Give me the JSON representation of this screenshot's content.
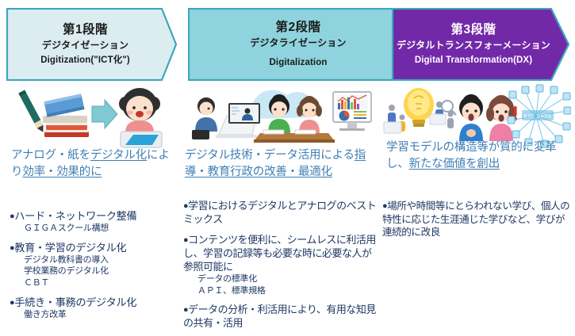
{
  "colors": {
    "stage1_fill": "#dcedf2",
    "stage2_fill": "#8ed3dd",
    "stage3_fill": "#7229a8",
    "banner_border": "#3ba8bd",
    "headline_blue": "#3f7fb5",
    "bullet_navy": "#1f3864",
    "background": "#ffffff"
  },
  "stages": [
    {
      "id": "stage-1",
      "stage_label": "第1段階",
      "kana": "デジタイゼーション",
      "english": "Digitization(\"ICT化\")",
      "illustration": "pencil-books-arrow-girl-tablet-illustration",
      "headline_parts": [
        {
          "text": "アナログ・紙を",
          "underline": false
        },
        {
          "text": "デジタル",
          "underline": true
        },
        {
          "text": "化",
          "underline": true
        },
        {
          "text": "により",
          "underline": false
        },
        {
          "text": "効率・効果的に",
          "underline": true
        }
      ],
      "headline_plain": "アナログ・紙をデジタル化により効率・効果的に",
      "bullets": [
        {
          "lead": "ハード・ネットワーク整備",
          "subs": [
            "ＧＩＧＡスクール構想"
          ]
        },
        {
          "lead": "教育・学習のデジタル化",
          "subs": [
            "デジタル教科書の導入",
            "学校業務のデジタル化",
            "ＣＢＴ"
          ]
        },
        {
          "lead": "手続き・事務のデジタル化",
          "subs": [
            "働き方改革"
          ]
        }
      ]
    },
    {
      "id": "stage-2",
      "stage_label": "第2段階",
      "kana": "デジタライゼーション",
      "english": "Digitalization",
      "illustration": "online-class-students-chart-illustration",
      "headline_parts": [
        {
          "text": "デジタル技術・データ活用による",
          "underline": false
        },
        {
          "text": "指導・教育行政の改善・最適化",
          "underline": true
        }
      ],
      "headline_plain": "デジタル技術・データ活用による指導・教育行政の改善・最適化",
      "bullets": [
        {
          "lead": "学習におけるデジタルとアナログのベストミックス",
          "subs": []
        },
        {
          "lead": "コンテンツを便利に、シームレスに利活用し、学習の記録等も必要な時に必要な人が参照可能に",
          "subs": [
            "データの標準化",
            "ＡＰＩ、標準規格"
          ]
        },
        {
          "lead": "データの分析・利活用により、有用な知見の共有・活用",
          "subs": []
        }
      ]
    },
    {
      "id": "stage-3",
      "stage_label": "第3段階",
      "kana": "デジタルトランスフォーメーション",
      "english": "Digital Transformation(DX)",
      "illustration": "lightbulb-people-bigdata-network-illustration",
      "headline_parts": [
        {
          "text": "学習モデルの構造等が質的に変革し、",
          "underline": false
        },
        {
          "text": "新たな価値を創出",
          "underline": true
        }
      ],
      "headline_plain": "学習モデルの構造等が質的に変革し、新たな価値を創出",
      "bullets": [
        {
          "lead": "場所や時間等にとらわれない学び、個人の特性に応じた生涯通じた学びなど、学びが連続的に改良",
          "subs": []
        }
      ]
    }
  ]
}
